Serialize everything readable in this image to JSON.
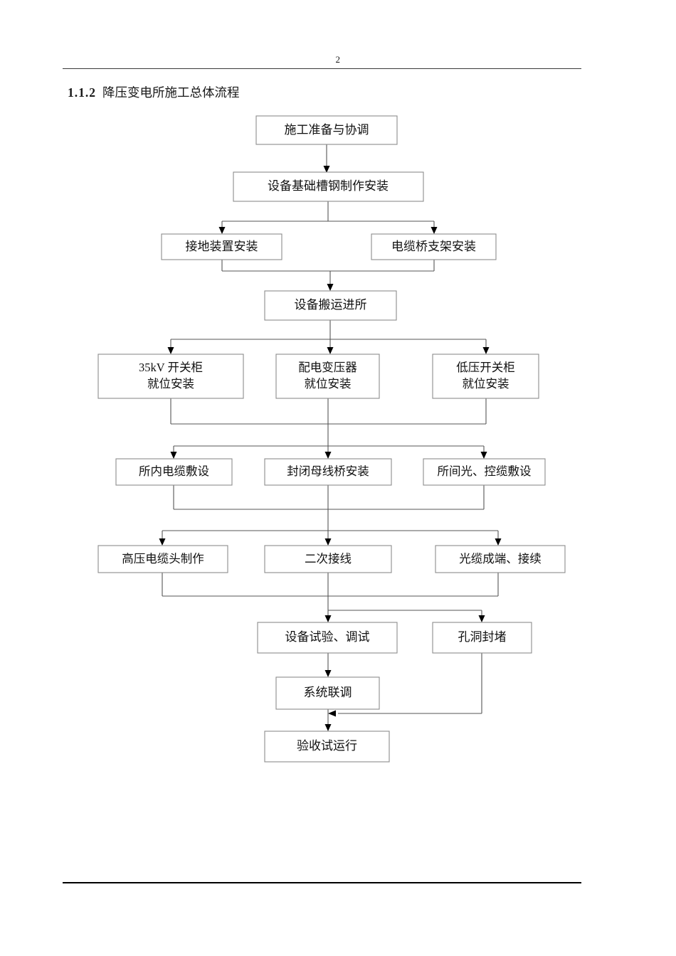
{
  "document": {
    "page_number": "2",
    "heading_number": "1.1.2",
    "heading_title": "降压变电所施工总体流程"
  },
  "chart_data": {
    "type": "diagram",
    "title": "降压变电所施工总体流程",
    "nodes": [
      {
        "id": "n1",
        "label": "施工准备与协调",
        "lines": [
          "施工准备与协调"
        ]
      },
      {
        "id": "n2",
        "label": "设备基础槽钢制作安装",
        "lines": [
          "设备基础槽钢制作安装"
        ]
      },
      {
        "id": "n3",
        "label": "接地装置安装",
        "lines": [
          "接地装置安装"
        ]
      },
      {
        "id": "n4",
        "label": "电缆桥支架安装",
        "lines": [
          "电缆桥支架安装"
        ]
      },
      {
        "id": "n5",
        "label": "设备搬运进所",
        "lines": [
          "设备搬运进所"
        ]
      },
      {
        "id": "n6",
        "label": "35kV 开关柜就位安装",
        "lines": [
          "35kV 开关柜",
          "就位安装"
        ]
      },
      {
        "id": "n7",
        "label": "配电变压器就位安装",
        "lines": [
          "配电变压器",
          "就位安装"
        ]
      },
      {
        "id": "n8",
        "label": "低压开关柜就位安装",
        "lines": [
          "低压开关柜",
          "就位安装"
        ]
      },
      {
        "id": "n9",
        "label": "所内电缆敷设",
        "lines": [
          "所内电缆敷设"
        ]
      },
      {
        "id": "n10",
        "label": "封闭母线桥安装",
        "lines": [
          "封闭母线桥安装"
        ]
      },
      {
        "id": "n11",
        "label": "所间光、控缆敷设",
        "lines": [
          "所间光、控缆敷设"
        ]
      },
      {
        "id": "n12",
        "label": "高压电缆头制作",
        "lines": [
          "高压电缆头制作"
        ]
      },
      {
        "id": "n13",
        "label": "二次接线",
        "lines": [
          "二次接线"
        ]
      },
      {
        "id": "n14",
        "label": "光缆成端、接续",
        "lines": [
          "光缆成端、接续"
        ]
      },
      {
        "id": "n15",
        "label": "设备试验、调试",
        "lines": [
          "设备试验、调试"
        ]
      },
      {
        "id": "n16",
        "label": "孔洞封堵",
        "lines": [
          "孔洞封堵"
        ]
      },
      {
        "id": "n17",
        "label": "系统联调",
        "lines": [
          "系统联调"
        ]
      },
      {
        "id": "n18",
        "label": "验收试运行",
        "lines": [
          "验收试运行"
        ]
      }
    ],
    "edges": [
      {
        "from": "n1",
        "to": "n2"
      },
      {
        "from": "n2",
        "to": "n3"
      },
      {
        "from": "n2",
        "to": "n4"
      },
      {
        "from": "n3",
        "to": "n5"
      },
      {
        "from": "n4",
        "to": "n5"
      },
      {
        "from": "n5",
        "to": "n6"
      },
      {
        "from": "n5",
        "to": "n7"
      },
      {
        "from": "n5",
        "to": "n8"
      },
      {
        "from": "n6",
        "to": "n9"
      },
      {
        "from": "n7",
        "to": "n10"
      },
      {
        "from": "n8",
        "to": "n11"
      },
      {
        "from": "n9",
        "to": "n12"
      },
      {
        "from": "n10",
        "to": "n13"
      },
      {
        "from": "n11",
        "to": "n14"
      },
      {
        "from": "n12",
        "to": "n15"
      },
      {
        "from": "n13",
        "to": "n15"
      },
      {
        "from": "n14",
        "to": "n16"
      },
      {
        "from": "n15",
        "to": "n17"
      },
      {
        "from": "n16",
        "to": "n18"
      },
      {
        "from": "n17",
        "to": "n18"
      }
    ]
  }
}
